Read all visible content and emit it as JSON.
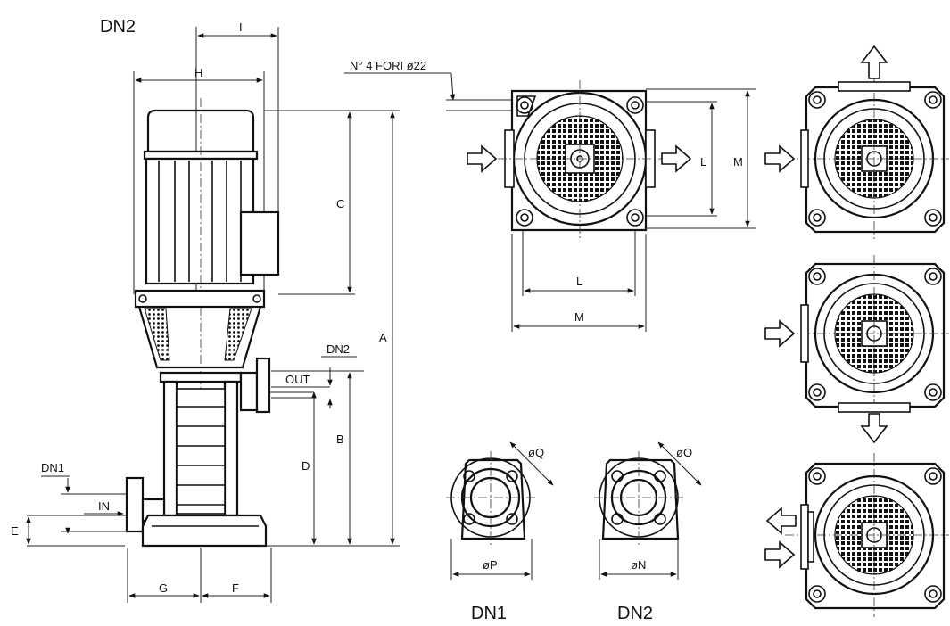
{
  "labels": {
    "top_dn2": "DN2",
    "dim_i": "I",
    "dim_h": "H",
    "holes": "N° 4 FORI ø22",
    "dim_c": "C",
    "dim_a": "A",
    "dim_b": "B",
    "dim_d": "D",
    "dim_dn2_side": "DN2",
    "out": "OUT",
    "in": "IN",
    "dim_dn1": "DN1",
    "dim_e": "E",
    "dim_g": "G",
    "dim_f": "F",
    "dim_l_side": "L",
    "dim_m_side": "M",
    "dim_l_bottom": "L",
    "dim_m_bottom": "M",
    "dim_q": "øQ",
    "dim_p": "øP",
    "dim_o": "øO",
    "dim_n": "øN",
    "flange_dn1": "DN1",
    "flange_dn2": "DN2"
  }
}
